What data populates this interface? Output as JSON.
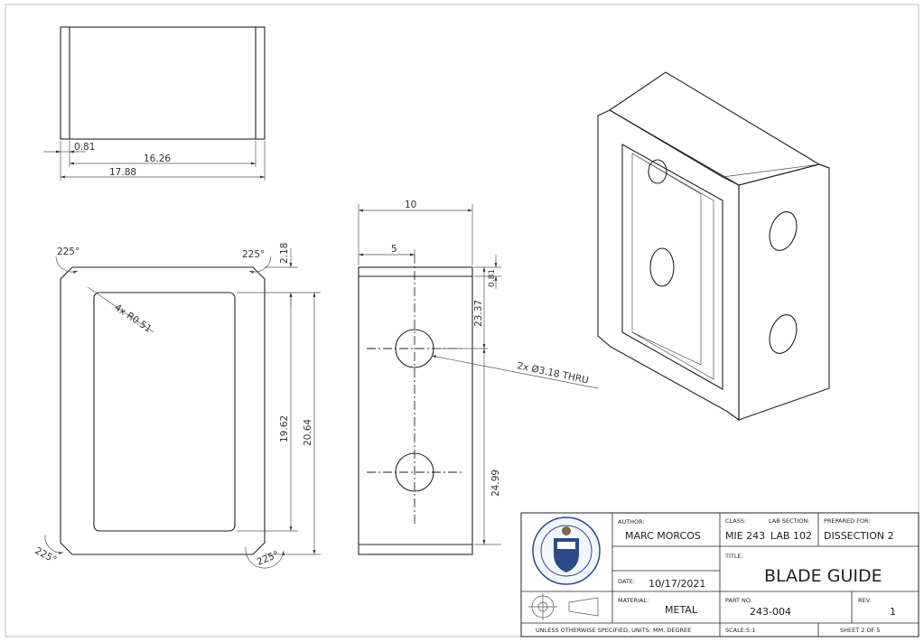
{
  "dimensions": {
    "top_view": {
      "d1": "0.81",
      "d2": "16.26",
      "d3": "17.88"
    },
    "front_view": {
      "angle_tl": "225°",
      "angle_tr": "225°",
      "angle_bl": "225°",
      "angle_br": "225°",
      "radius": "4x R0.51",
      "d_218": "2.18",
      "d_1962": "19.62",
      "d_2064": "20.64"
    },
    "side_view": {
      "d_10": "10",
      "d_5": "5",
      "d_081": "0.81",
      "d_2337": "23.37",
      "d_2499": "24.99",
      "hole_note": "2x Ø3.18 THRU"
    }
  },
  "title_block": {
    "author_caption": "AUTHOR:",
    "author": "MARC MORCOS",
    "class_caption": "CLASS:",
    "class": "MIE 243",
    "lab_caption": "LAB SECTION:",
    "lab": "LAB 102",
    "prepared_caption": "PREPARED FOR:",
    "prepared": "DISSECTION 2",
    "title_caption": "TITLE:",
    "title": "BLADE GUIDE",
    "date_caption": "DATE:",
    "date": "10/17/2021",
    "material_caption": "MATERIAL:",
    "material": "METAL",
    "part_caption": "PART NO.",
    "part": "243-004",
    "rev_caption": "REV.",
    "rev": "1",
    "units_note": "UNLESS OTHERWISE SPECIFIED, UNITS: MM, DEGREE",
    "scale": "SCALE:5:1",
    "sheet": "SHEET 2 OF 5"
  },
  "colors": {
    "line": "#222222",
    "dim_line": "#555555",
    "crest_blue": "#2b4a8c"
  }
}
